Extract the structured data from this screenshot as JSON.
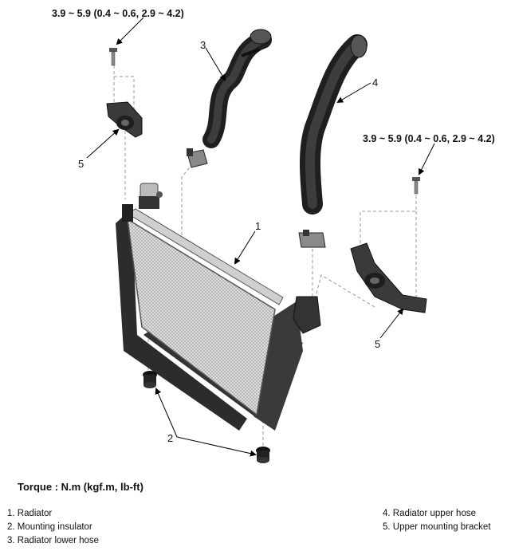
{
  "torque_specs": {
    "top_left": "3.9 ~ 5.9 (0.4 ~ 0.6, 2.9 ~ 4.2)",
    "right": "3.9 ~ 5.9 (0.4 ~ 0.6, 2.9 ~ 4.2)"
  },
  "callouts": {
    "radiator": "1",
    "insulator": "2",
    "lower_hose": "3",
    "upper_hose": "4",
    "bracket_left": "5",
    "bracket_right": "5"
  },
  "torque_unit_label": "Torque : N.m (kgf.m, lb-ft)",
  "legend": {
    "left": [
      "1. Radiator",
      "2. Mounting insulator",
      "3. Radiator lower hose"
    ],
    "right": [
      "4. Radiator upper hose",
      "5. Upper mounting bracket"
    ]
  }
}
